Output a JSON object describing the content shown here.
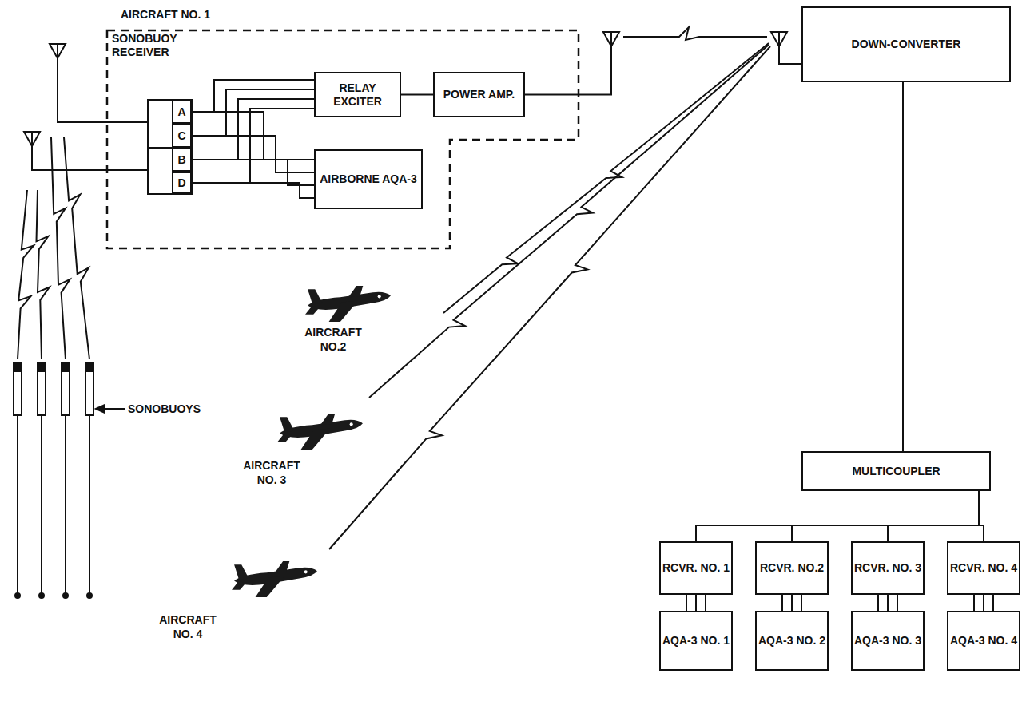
{
  "diagram": {
    "nodes": [
      {
        "text": [
          "AIRCRAFT NO. 1"
        ]
      },
      {
        "text": [
          "SONOBUOY RECEIVER"
        ],
        "in": 0
      },
      {
        "text": [
          "A"
        ],
        "in": 1
      },
      {
        "text": [
          "C"
        ],
        "in": 1
      },
      {
        "text": [
          "B"
        ],
        "in": 1
      },
      {
        "text": [
          "D"
        ],
        "in": 1
      },
      {
        "text": [
          "RELAY EXCITER"
        ],
        "in": 0
      },
      {
        "text": [
          "POWER AMP."
        ],
        "in": 0
      },
      {
        "text": [
          "AIRBORNE AQA-3"
        ],
        "in": 0
      },
      {
        "text": [
          "DOWN-CONVERTER"
        ]
      },
      {
        "text": [
          "MULTICOUPLER"
        ]
      },
      {
        "text": [
          "RCVR. NO. 1"
        ]
      },
      {
        "text": [
          "RCVR. NO.2"
        ]
      },
      {
        "text": [
          "RCVR. NO. 3"
        ]
      },
      {
        "text": [
          "RCVR. NO. 4"
        ]
      },
      {
        "text": [
          "AQA-3 NO. 1"
        ]
      },
      {
        "text": [
          "AQA-3 NO. 2"
        ]
      },
      {
        "text": [
          "AQA-3 NO. 3"
        ]
      },
      {
        "text": [
          "AQA-3 NO. 4"
        ]
      }
    ],
    "edges": [
      {
        "from": 2,
        "to": 6,
        "arrow": "none"
      },
      {
        "from": 3,
        "to": 6,
        "arrow": "none"
      },
      {
        "from": 4,
        "to": 6,
        "arrow": "none"
      },
      {
        "from": 5,
        "to": 6,
        "arrow": "none"
      },
      {
        "from": 2,
        "to": 8,
        "arrow": "none"
      },
      {
        "from": 3,
        "to": 8,
        "arrow": "none"
      },
      {
        "from": 4,
        "to": 8,
        "arrow": "none"
      },
      {
        "from": 5,
        "to": 8,
        "arrow": "none"
      },
      {
        "from": 6,
        "to": 7,
        "arrow": "none"
      },
      {
        "from": 7,
        "to": 9,
        "arrow": "none"
      },
      {
        "from": 9,
        "to": 10,
        "arrow": "none"
      },
      {
        "from": 10,
        "to": 11,
        "arrow": "none"
      },
      {
        "from": 10,
        "to": 12,
        "arrow": "none"
      },
      {
        "from": 10,
        "to": 13,
        "arrow": "none"
      },
      {
        "from": 10,
        "to": 14,
        "arrow": "none"
      },
      {
        "from": 11,
        "to": 15,
        "arrow": "none"
      },
      {
        "from": 12,
        "to": 16,
        "arrow": "none"
      },
      {
        "from": 13,
        "to": 17,
        "arrow": "none"
      },
      {
        "from": 14,
        "to": 18,
        "arrow": "none"
      }
    ],
    "labels": [
      "AIRCRAFT NO.2",
      "AIRCRAFT NO. 3",
      "AIRCRAFT NO. 4",
      "SONOBUOYS"
    ]
  }
}
